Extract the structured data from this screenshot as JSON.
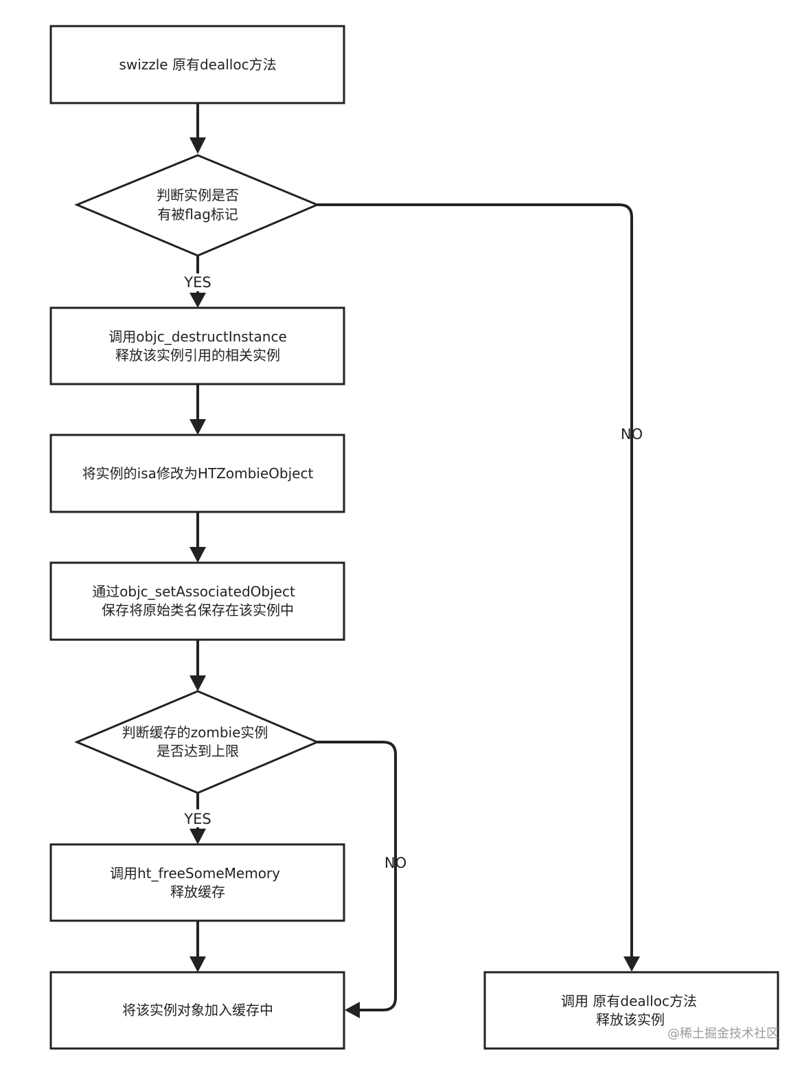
{
  "nodes": {
    "swizzle": {
      "line1": "swizzle 原有dealloc方法"
    },
    "check_flag": {
      "line1": "判断实例是否",
      "line2": "有被flag标记"
    },
    "destruct": {
      "line1": "调用objc_destructInstance",
      "line2": "释放该实例引用的相关实例"
    },
    "set_isa": {
      "line1": "将实例的isa修改为HTZombieObject"
    },
    "set_assoc": {
      "line1": "通过objc_setAssociatedObject",
      "line2": "保存将原始类名保存在该实例中"
    },
    "check_cache": {
      "line1": "判断缓存的zombie实例",
      "line2": "是否达到上限"
    },
    "free_memory": {
      "line1": "调用ht_freeSomeMemory",
      "line2": "释放缓存"
    },
    "add_cache": {
      "line1": "将该实例对象加入缓存中"
    },
    "orig_dealloc": {
      "line1": "调用 原有dealloc方法",
      "line2": "释放该实例"
    }
  },
  "edge_labels": {
    "flag_yes": "YES",
    "flag_no": "NO",
    "cache_yes": "YES",
    "cache_no": "NO"
  },
  "watermark": "@稀土掘金技术社区",
  "colors": {
    "stroke": "#222222",
    "background": "#ffffff",
    "watermark": "#9a9a9a"
  }
}
